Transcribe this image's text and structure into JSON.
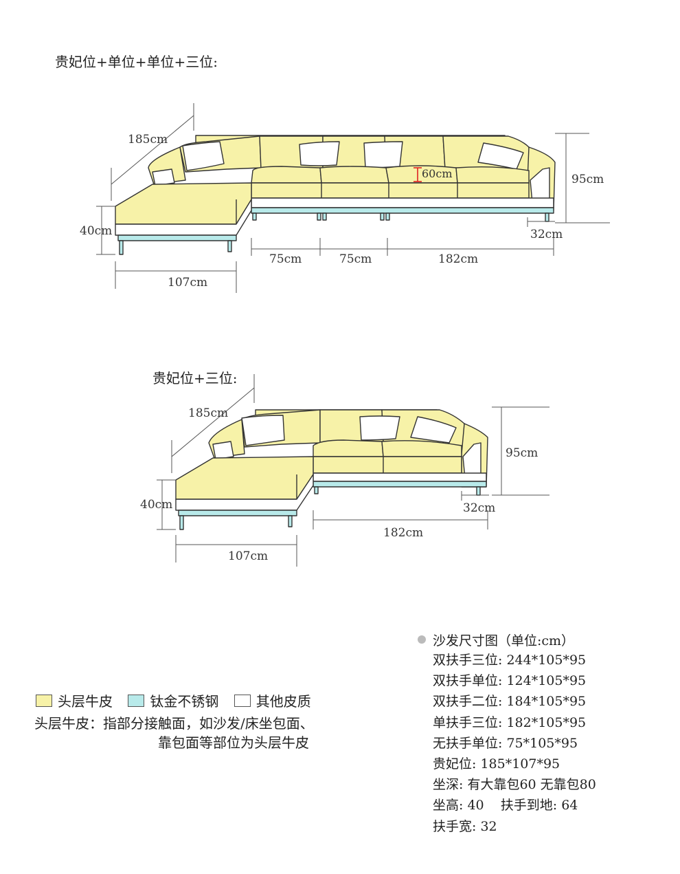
{
  "diagram1": {
    "title": "贵妃位+单位+单位+三位:",
    "dims": {
      "depth": "185cm",
      "height": "95cm",
      "seat_depth": "60cm",
      "seat_height": "40cm",
      "arm_width": "32cm",
      "unit_a": "75cm",
      "unit_b": "75cm",
      "three_seat": "182cm",
      "chaise_width": "107cm"
    }
  },
  "diagram2": {
    "title": "贵妃位+三位:",
    "dims": {
      "depth": "185cm",
      "height": "95cm",
      "seat_height": "40cm",
      "arm_width": "32cm",
      "three_seat": "182cm",
      "chaise_width": "107cm"
    }
  },
  "colors": {
    "leather": "#f7f2a8",
    "steel": "#b8eaea",
    "other": "#ffffff",
    "outline": "#333333",
    "red_marker": "#e02020"
  },
  "legend": {
    "items": [
      {
        "label": "头层牛皮"
      },
      {
        "label": "钛金不锈钢"
      },
      {
        "label": "其他皮质"
      }
    ],
    "note_line1": "头层牛皮：指部分接触面，如沙发/床坐包面、",
    "note_line2": "靠包面等部位为头层牛皮"
  },
  "specs": {
    "heading": "沙发尺寸图（单位:cm）",
    "rows": [
      "双扶手三位: 244*105*95",
      "双扶手单位: 124*105*95",
      "双扶手二位: 184*105*95",
      "单扶手三位: 182*105*95",
      "无扶手单位: 75*105*95",
      "贵妃位: 185*107*95",
      "坐深: 有大靠包60 无靠包80",
      "坐高: 40    扶手到地: 64",
      "扶手宽: 32"
    ]
  }
}
